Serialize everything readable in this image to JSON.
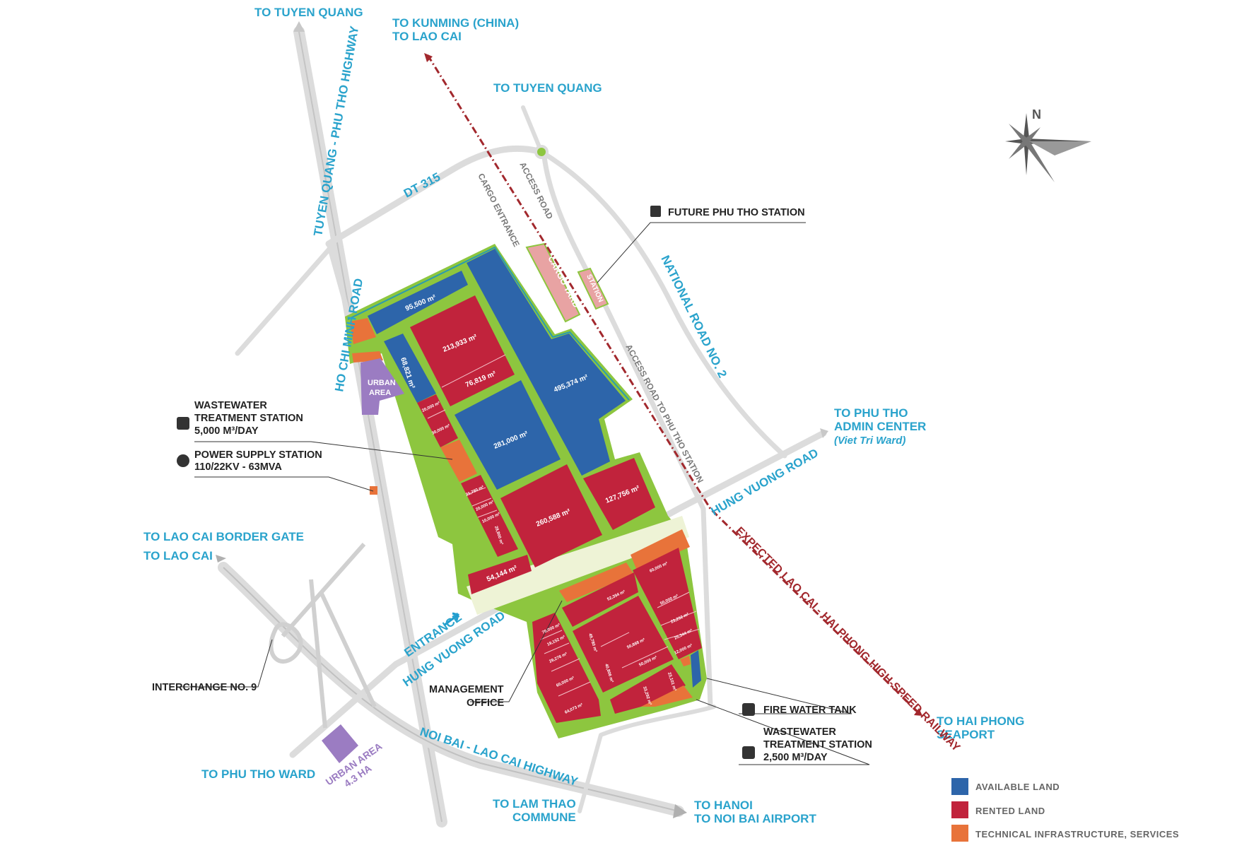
{
  "colors": {
    "available": "#2d65aa",
    "rented": "#c1233c",
    "technical": "#e8733a",
    "green": "#8dc63f",
    "label": "#2aa3cc",
    "urban": "#9b7cc2",
    "railway": "#a2282d"
  },
  "directions": {
    "tuyen_quang_top": "TO TUYEN QUANG",
    "kunming_1": "TO KUNMING (CHINA)",
    "kunming_2": "TO LAO CAI",
    "tuyen_quang_2": "TO TUYEN QUANG",
    "admin_1": "TO PHU THO",
    "admin_2": "ADMIN CENTER",
    "admin_3": "(Viet Tri Ward)",
    "laocai_border": "TO LAO CAI BORDER GATE",
    "laocai": "TO LAO CAI",
    "phu_tho_ward": "TO PHU THO WARD",
    "lam_thao_1": "TO LAM THAO",
    "lam_thao_2": "COMMUNE",
    "hanoi_1": "TO HANOI",
    "hanoi_2": "TO NOI BAI AIRPORT",
    "haiphong_1": "TO HAI PHONG",
    "haiphong_2": "SEAPORT"
  },
  "roads": {
    "highway_tq": "TUYEN QUANG - PHU THO  HIGHWAY",
    "dt315": "DT 315",
    "cargo_entrance": "CARGO ENTRANCE",
    "access_road": "ACCESS ROAD",
    "national_road": "NATIONAL ROAD NO. 2",
    "ho_chi_minh": "HO CHI MINH ROAD",
    "access_station": "ACCESS ROAD TO PHU THO STATION",
    "hung_vuong_1": "HUNG VUONG ROAD",
    "hung_vuong_2": "HUNG VUONG ROAD",
    "entrance": "ENTRANCE",
    "noi_bai": "NOI BAI - LAO CAI  HIGHWAY",
    "railway": "EXPECTED LAO CAI - HAI PHONG HIGH-SPEED RAILWAY"
  },
  "facilities": {
    "station": "FUTURE PHU THO STATION",
    "ww1_1": "WASTEWATER",
    "ww1_2": "TREATMENT STATION",
    "ww1_3": "5,000 M³/DAY",
    "power_1": "POWER SUPPLY STATION",
    "power_2": "110/22KV - 63MVA",
    "interchange": "INTERCHANGE NO. 9",
    "mgmt_1": "MANAGEMENT",
    "mgmt_2": "OFFICE",
    "fire": "FIRE WATER TANK",
    "ww2_1": "WASTEWATER",
    "ww2_2": "TREATMENT STATION",
    "ww2_3": "2,500 M³/DAY",
    "cargo_yard": "CARGO YARD",
    "station_short": "STATION",
    "urban_1": "URBAN",
    "urban_2": "AREA",
    "urban43_1": "URBAN AREA",
    "urban43_2": "4.3 HA"
  },
  "plots": {
    "p95500": "95,500 m²",
    "p213933": "213,933 m²",
    "p76819": "76,819 m²",
    "p68821": "68,821 m²",
    "p495374": "495,374 m²",
    "p281000": "281,000 m²",
    "p260588": "260,588 m²",
    "p127756": "127,756 m²",
    "p20000a": "20,000 m²",
    "p30000": "30,000 m²",
    "p21780": "21,780 m²",
    "p20000b": "20,000 m²",
    "p10000": "10,000 m²",
    "p28800": "28,800 m²",
    "p54144": "54,144 m²",
    "p52394": "52,394 m²",
    "p60000a": "60,000 m²",
    "p50000a": "50,000 m²",
    "p23292": "23,292 m²",
    "p25344": "25,344 m²",
    "p12000": "12,000 m²",
    "p70000": "70,000 m²",
    "p19152": "19,152 m²",
    "p29276": "29,276 m²",
    "p60000b": "60,000 m²",
    "p64073": "64,073 m²",
    "p49780": "49,780 m²",
    "p50888": "50,888 m²",
    "p50000b": "50,000 m²",
    "p40806": "40,806 m²",
    "p23101": "23,101 m²",
    "p33292": "33,292 m²"
  },
  "compass": {
    "north": "N"
  },
  "legend": [
    {
      "label": "AVAILABLE LAND",
      "color": "#2d65aa"
    },
    {
      "label": "RENTED LAND",
      "color": "#c1233c"
    },
    {
      "label": "TECHNICAL INFRASTRUCTURE, SERVICES",
      "color": "#e8733a"
    }
  ]
}
